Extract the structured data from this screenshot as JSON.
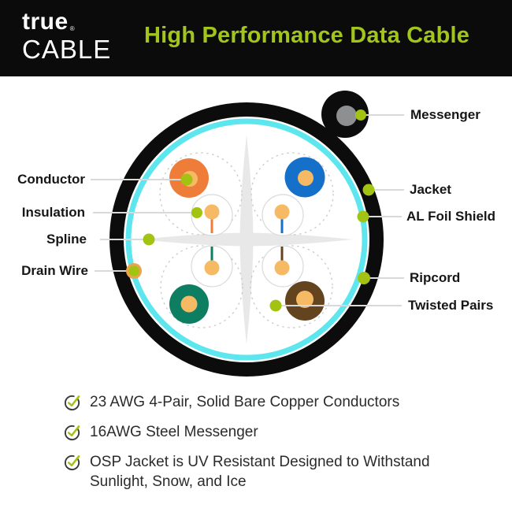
{
  "banner": {
    "logo_word1": "true",
    "logo_reg": "®",
    "logo_word2": "CABLE",
    "title": "High Performance Data Cable"
  },
  "diagram": {
    "labels_left": [
      {
        "text": "Conductor"
      },
      {
        "text": "Insulation"
      },
      {
        "text": "Spline"
      },
      {
        "text": "Drain Wire"
      }
    ],
    "labels_right": [
      {
        "text": "Messenger"
      },
      {
        "text": "Jacket"
      },
      {
        "text": "AL Foil Shield"
      },
      {
        "text": "Ripcord"
      },
      {
        "text": "Twisted Pairs"
      }
    ],
    "colors": {
      "accent_green": "#a2c312",
      "title_green": "#a2c51d",
      "cyan_foil": "#5ee6ef",
      "jacket_black": "#0c0c0c",
      "messenger_gray": "#8e8f90",
      "pair_orange": "#ef7d3a",
      "pair_blue": "#1470c8",
      "pair_green": "#0d7e62",
      "pair_brown": "#64431f",
      "copper_tan": "#f6b964",
      "spline_gray": "#e8e8e8"
    }
  },
  "features": [
    {
      "text": "23 AWG 4-Pair, Solid Bare Copper Conductors"
    },
    {
      "text": "16AWG Steel Messenger"
    },
    {
      "text": "OSP Jacket is UV Resistant Designed to Withstand Sunlight, Snow, and Ice"
    }
  ]
}
